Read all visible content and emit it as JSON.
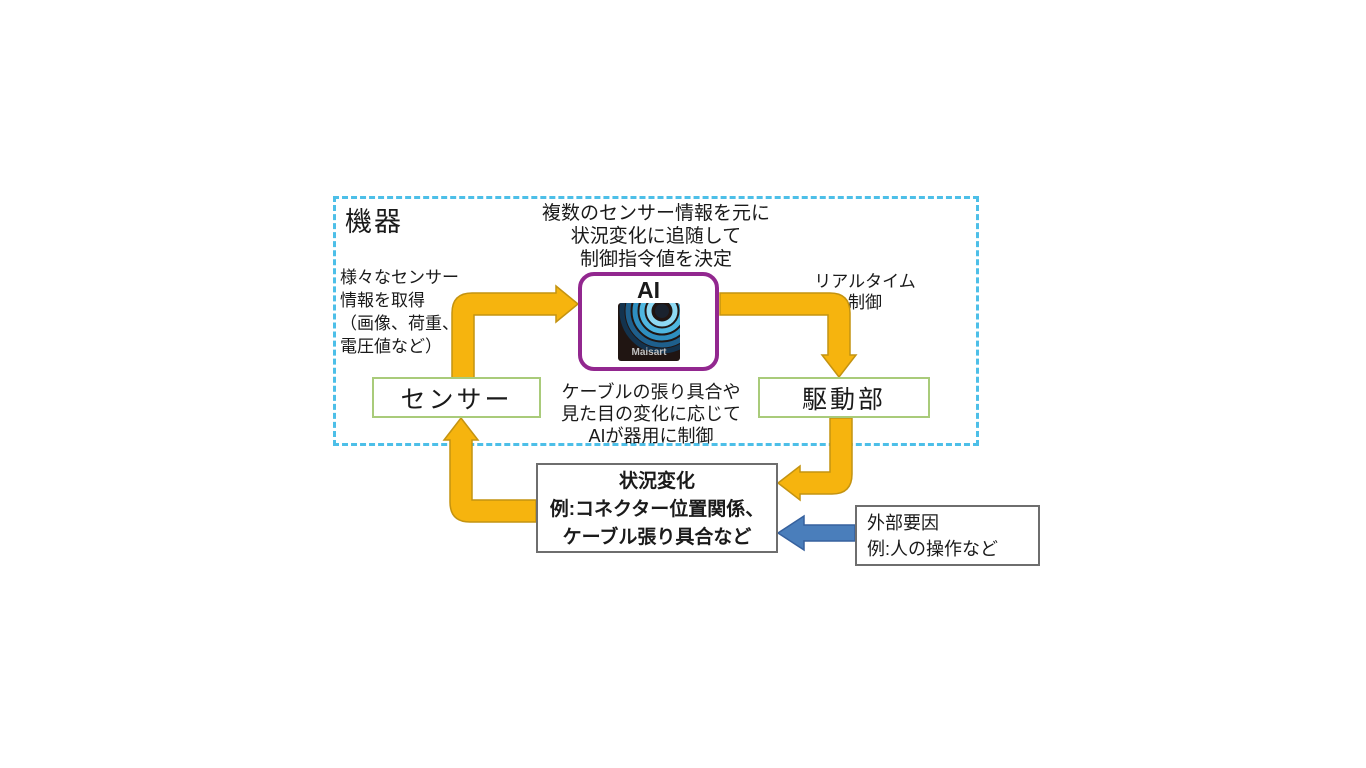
{
  "diagram": {
    "frame_label": "機器",
    "top_note": {
      "lines": [
        "複数のセンサー情報を元に",
        "状況変化に追随して",
        "制御指令値を決定"
      ]
    },
    "left_note": {
      "lines": [
        "様々なセンサー",
        "情報を取得",
        "（画像、荷重、",
        "電圧値など）"
      ]
    },
    "ai": {
      "label": "AI",
      "logo_text": "Maisart"
    },
    "right_note": {
      "lines": [
        "リアルタイム",
        "制御"
      ]
    },
    "sensor_box_label": "センサー",
    "drive_box_label": "駆動部",
    "mid_note": {
      "lines": [
        "ケーブルの張り具合や",
        "見た目の変化に応じて",
        "AIが器用に制御"
      ]
    },
    "state_box": {
      "lines": [
        "状況変化",
        "例:コネクター位置関係、",
        "ケーブル張り具合など"
      ]
    },
    "external_box": {
      "lines": [
        "外部要因",
        "例:人の操作など"
      ]
    }
  },
  "colors": {
    "arrow-yellow": "#F6B40E",
    "arrow-yellow-edge": "#C49310",
    "arrow-blue": "#4A7EBB",
    "arrow-blue-edge": "#36619E",
    "frame-blue": "#4DBFE8",
    "box-green": "#A9CB7A",
    "ai-purple": "#92278F",
    "box-gray": "#6E6E6E",
    "text-dark": "#1A1A1A"
  }
}
